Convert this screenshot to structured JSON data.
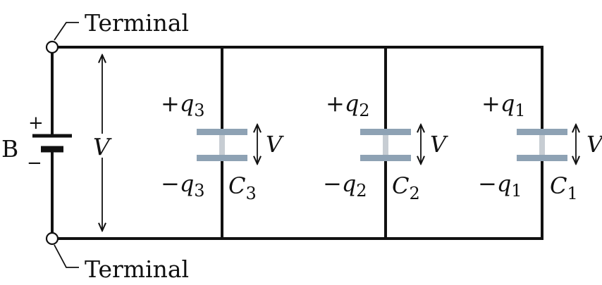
{
  "terminals": {
    "top_label": "Terminal",
    "bottom_label": "Terminal"
  },
  "battery": {
    "label": "B",
    "plus": "+",
    "minus": "−"
  },
  "voltage_label": "V",
  "capacitors": [
    {
      "id": "c3",
      "top_sign": "+",
      "bottom_sign": "−",
      "q": "q",
      "q_sub": "3",
      "c": "C",
      "c_sub": "3",
      "v": "V"
    },
    {
      "id": "c2",
      "top_sign": "+",
      "bottom_sign": "−",
      "q": "q",
      "q_sub": "2",
      "c": "C",
      "c_sub": "2",
      "v": "V"
    },
    {
      "id": "c1",
      "top_sign": "+",
      "bottom_sign": "−",
      "q": "q",
      "q_sub": "1",
      "c": "C",
      "c_sub": "1",
      "v": "V"
    }
  ],
  "colors": {
    "wire": "#111111",
    "plate": "#8ea2b4"
  }
}
